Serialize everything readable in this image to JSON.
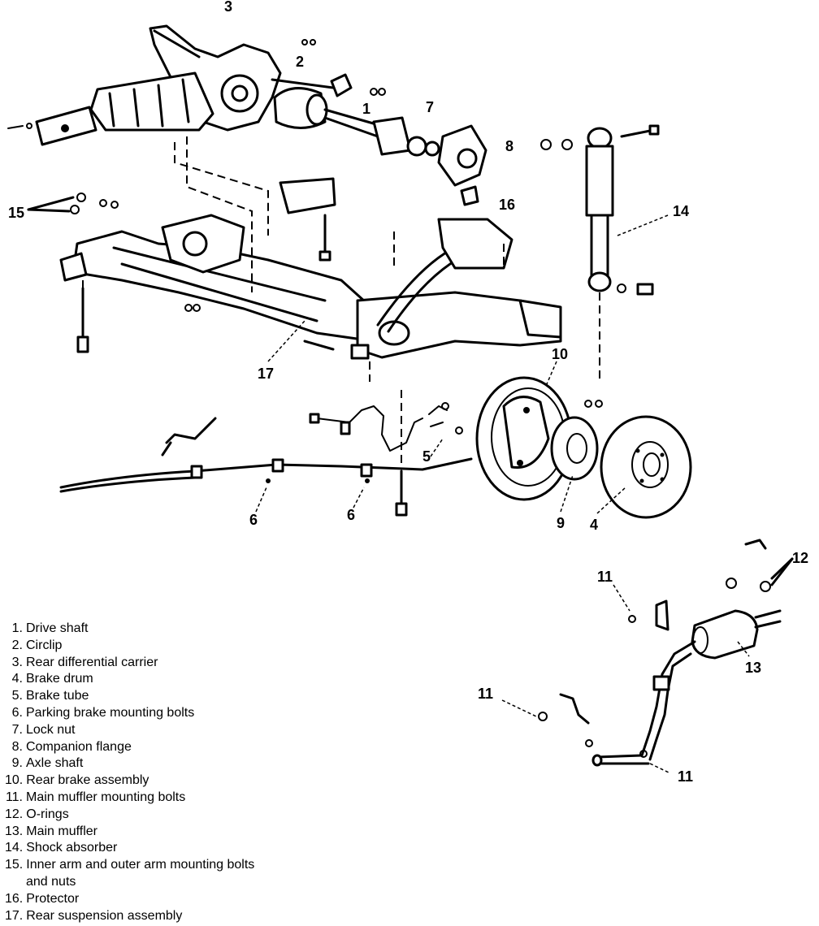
{
  "callouts": {
    "c1": "1",
    "c2": "2",
    "c3": "3",
    "c4": "4",
    "c5": "5",
    "c6a": "6",
    "c6b": "6",
    "c7": "7",
    "c8": "8",
    "c9": "9",
    "c10": "10",
    "c11a": "11",
    "c11b": "11",
    "c11c": "11",
    "c12": "12",
    "c13": "13",
    "c14": "14",
    "c15": "15",
    "c16": "16",
    "c17": "17"
  },
  "legend": [
    {
      "num": "1.",
      "text": "Drive shaft"
    },
    {
      "num": "2.",
      "text": "Circlip"
    },
    {
      "num": "3.",
      "text": "Rear differential carrier"
    },
    {
      "num": "4.",
      "text": "Brake drum"
    },
    {
      "num": "5.",
      "text": "Brake tube"
    },
    {
      "num": "6.",
      "text": "Parking brake mounting bolts"
    },
    {
      "num": "7.",
      "text": "Lock nut"
    },
    {
      "num": "8.",
      "text": "Companion flange"
    },
    {
      "num": "9.",
      "text": "Axle shaft"
    },
    {
      "num": "10.",
      "text": "Rear brake assembly"
    },
    {
      "num": "11.",
      "text": "Main muffler mounting bolts"
    },
    {
      "num": "12.",
      "text": "O-rings"
    },
    {
      "num": "13.",
      "text": "Main muffler"
    },
    {
      "num": "14.",
      "text": "Shock absorber"
    },
    {
      "num": "15.",
      "text": "Inner arm and outer arm mounting bolts",
      "cont": "and nuts"
    },
    {
      "num": "16.",
      "text": "Protector"
    },
    {
      "num": "17.",
      "text": "Rear suspension assembly"
    }
  ]
}
